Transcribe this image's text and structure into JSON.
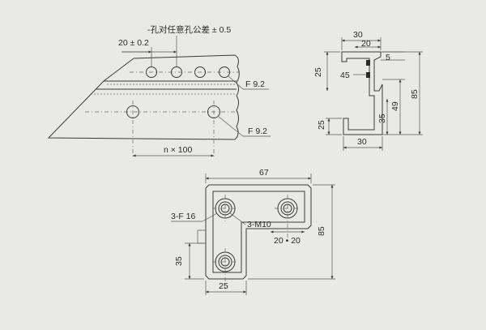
{
  "top_view": {
    "tolerance_note": "-孔对任意孔公差 ± 0.5",
    "pitch_20": "20 ± 0.2",
    "hole_callout_upper": "F 9.2",
    "hole_callout_lower": "F 9.2",
    "pitch_n": "n × 100"
  },
  "section_view": {
    "dim_30_top": "30",
    "dim_20": "20",
    "dim_5": "5",
    "dim_25_left": "25",
    "dim_45": "45",
    "dim_49": "49",
    "dim_85": "85",
    "dim_35": "35",
    "dim_25_bottom": "25",
    "dim_30_bottom": "30"
  },
  "bracket_view": {
    "dim_67": "67",
    "holes_callout": "3-F 16",
    "thread_callout": "3-M10",
    "pitch_20x20": "20 • 20",
    "dim_85": "85",
    "dim_35": "35",
    "dim_25": "25"
  }
}
